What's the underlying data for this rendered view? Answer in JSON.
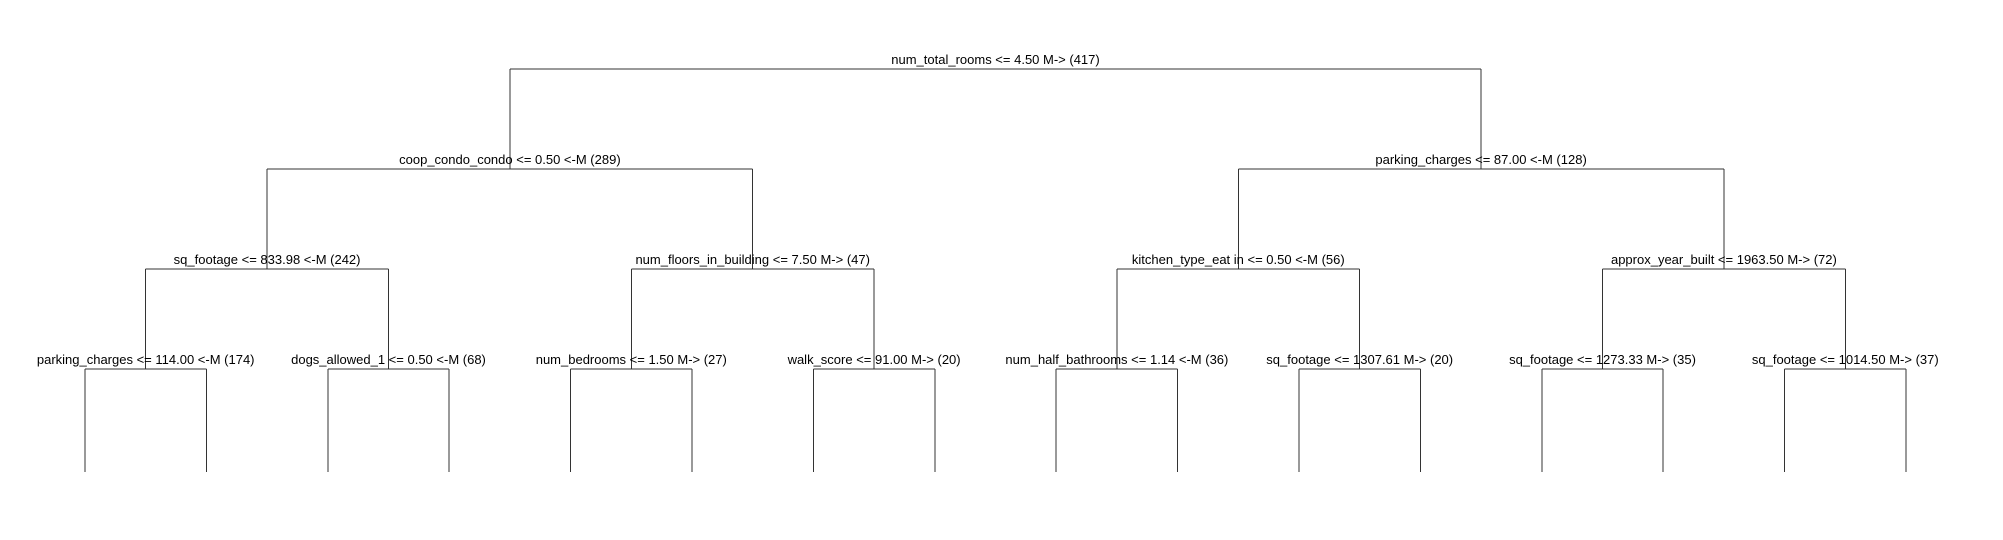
{
  "tree": {
    "line_color": "#333333",
    "text_color": "#000000",
    "background": "#ffffff",
    "levels": [
      {
        "nodes": [
          {
            "id": "n1",
            "label": "num_total_rooms <= 4.50 M-> (417)"
          }
        ]
      },
      {
        "nodes": [
          {
            "id": "n2",
            "label": "coop_condo_condo <= 0.50 <-M (289)"
          },
          {
            "id": "n3",
            "label": "parking_charges <= 87.00 <-M (128)"
          }
        ]
      },
      {
        "nodes": [
          {
            "id": "n4",
            "label": "sq_footage <= 833.98 <-M (242)"
          },
          {
            "id": "n5",
            "label": "num_floors_in_building <= 7.50 M-> (47)"
          },
          {
            "id": "n6",
            "label": "kitchen_type_eat in <= 0.50 <-M (56)"
          },
          {
            "id": "n7",
            "label": "approx_year_built <= 1963.50 M-> (72)"
          }
        ]
      },
      {
        "nodes": [
          {
            "id": "n8",
            "label": "parking_charges <= 114.00 <-M (174)"
          },
          {
            "id": "n9",
            "label": "dogs_allowed_1 <= 0.50 <-M (68)"
          },
          {
            "id": "n10",
            "label": "num_bedrooms <= 1.50 M-> (27)"
          },
          {
            "id": "n11",
            "label": "walk_score <= 91.00 M-> (20)"
          },
          {
            "id": "n12",
            "label": "num_half_bathrooms <= 1.14 <-M (36)"
          },
          {
            "id": "n13",
            "label": "sq_footage <= 1307.61 M-> (20)"
          },
          {
            "id": "n14",
            "label": "sq_footage <= 1273.33 M-> (35)"
          },
          {
            "id": "n15",
            "label": "sq_footage <= 1014.50 M-> (37)"
          }
        ]
      }
    ]
  }
}
